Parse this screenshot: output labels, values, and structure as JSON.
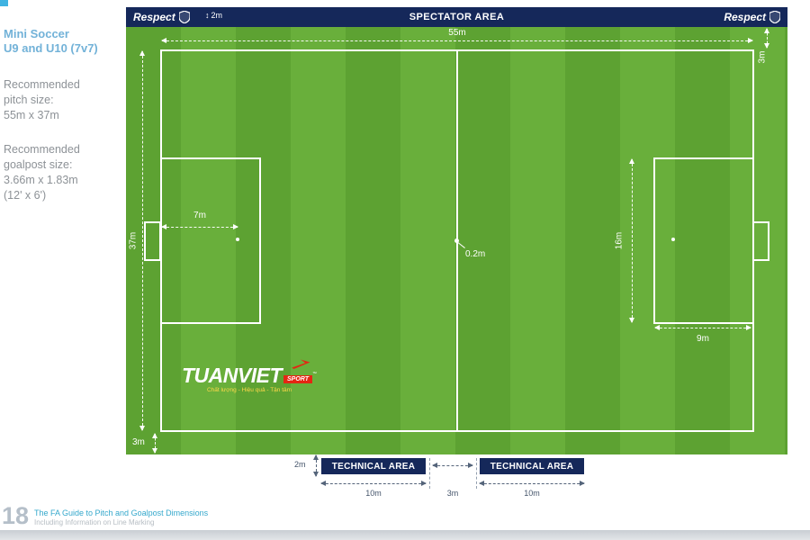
{
  "sidebar": {
    "title1": "Mini Soccer",
    "title2": "U9 and U10 (7v7)",
    "pitch1": "Recommended",
    "pitch2": "pitch size:",
    "pitch3": "55m x 37m",
    "goal1": "Recommended",
    "goal2": "goalpost size:",
    "goal3": "3.66m x 1.83m",
    "goal4": "(12' x 6')"
  },
  "topbar": {
    "respect": "Respect",
    "spectator": "SPECTATOR AREA",
    "offset": "2m",
    "offset_arrow": "↕"
  },
  "dims": {
    "width": "55m",
    "height": "37m",
    "top_margin": "3m",
    "bottom_margin": "3m",
    "penalty_spot": "7m",
    "centre_spot": "0.2m",
    "penalty_width": "16m",
    "penalty_depth": "9m"
  },
  "technical": {
    "label": "TECHNICAL AREA",
    "offset": "2m",
    "length": "10m",
    "gap": "3m"
  },
  "logo": {
    "brand": "TUANVIET",
    "sub": "SPORT",
    "tm": "™",
    "tagline": "Chất lượng - Hiệu quả - Tận tâm"
  },
  "footer": {
    "page": "18",
    "title": "The FA Guide to Pitch and Goalpost Dimensions",
    "subtitle": "Including Information on Line Marking"
  },
  "colors": {
    "navy": "#15285a",
    "green_dark": "#5da232",
    "green_light": "#69af3b",
    "teal": "#35a8cc",
    "red": "#e42613"
  }
}
